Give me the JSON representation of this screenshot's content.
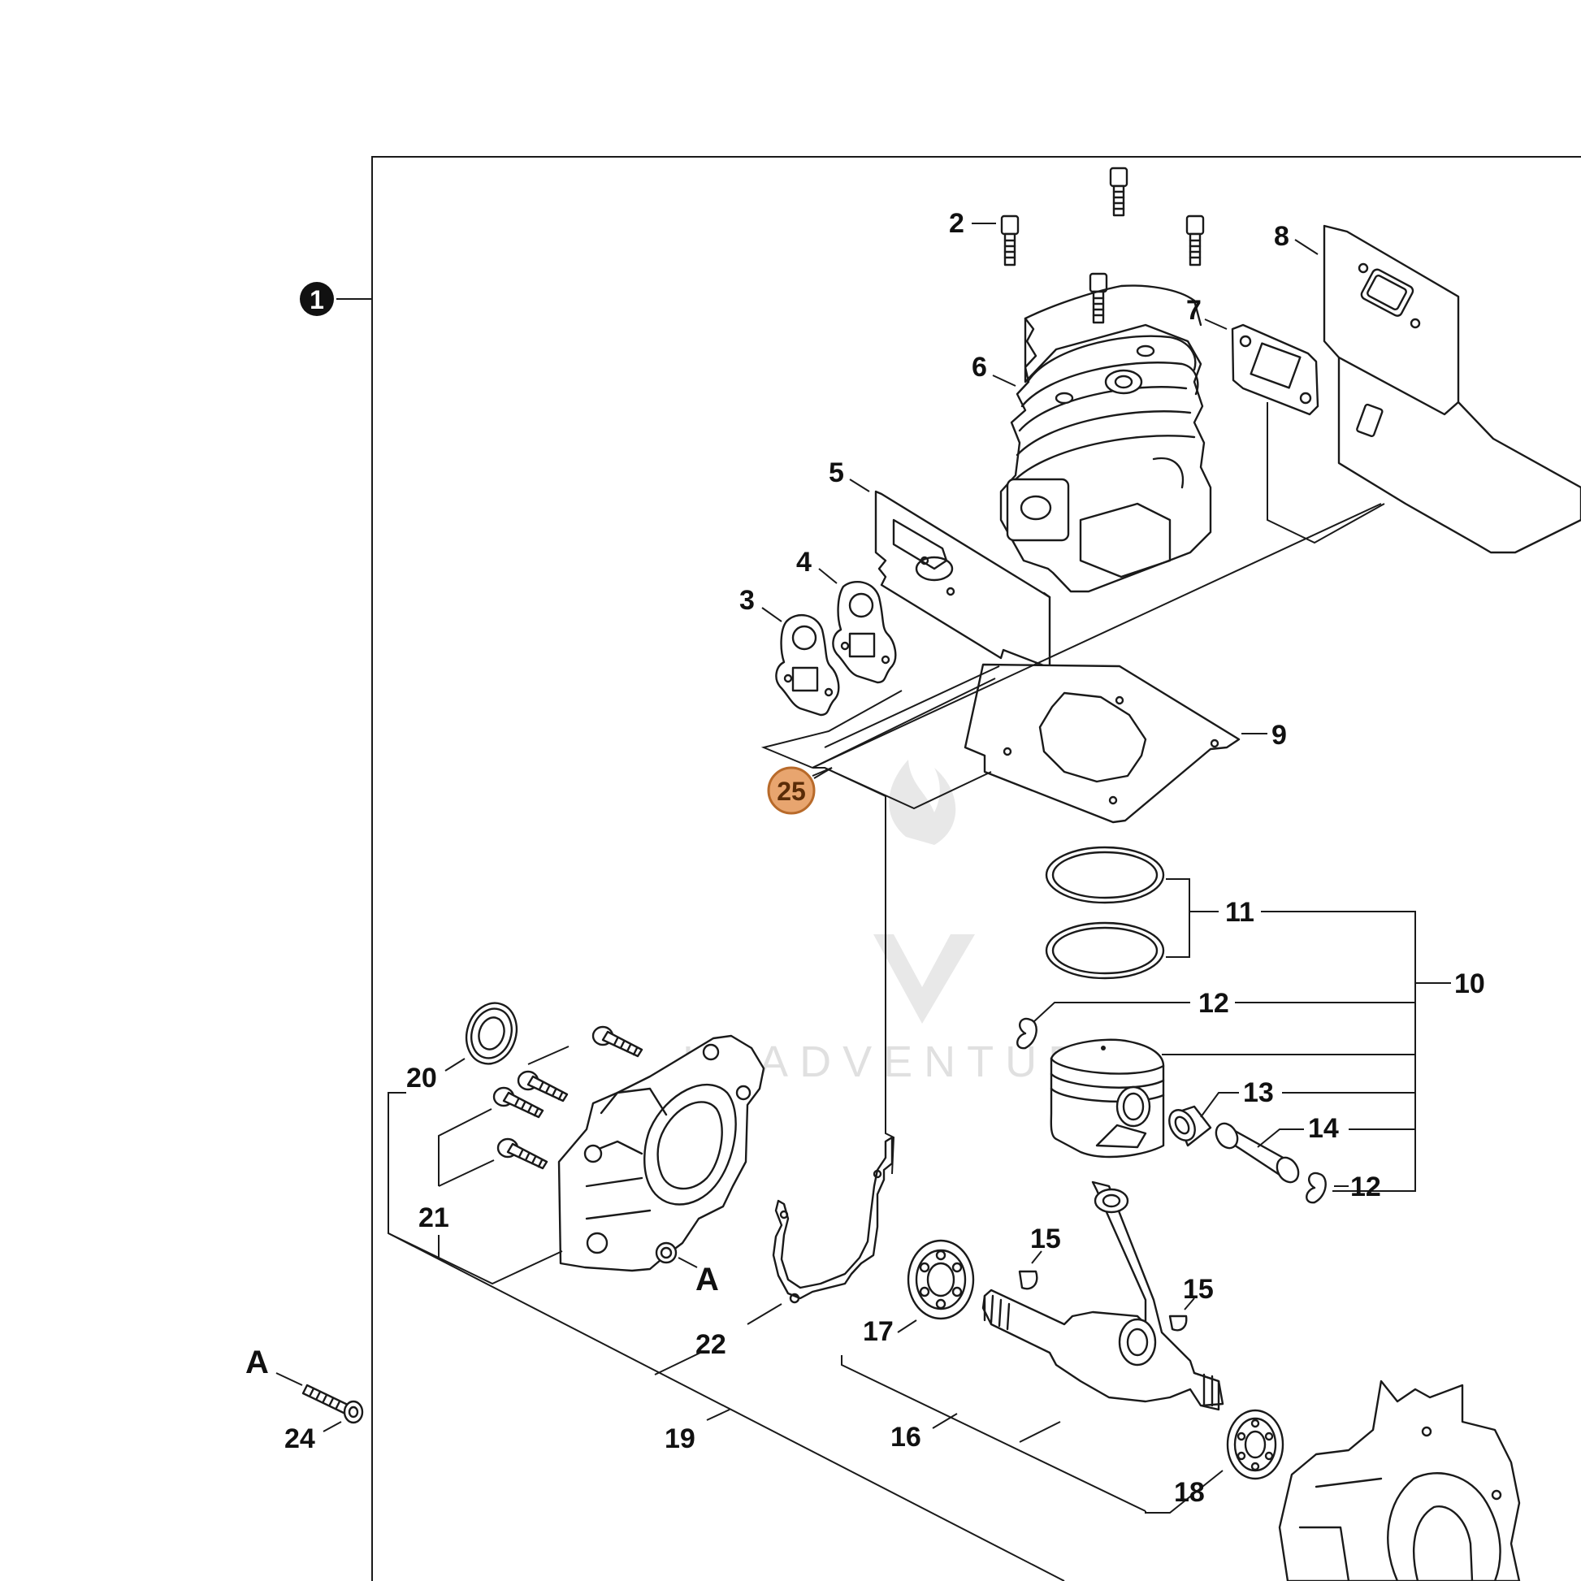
{
  "diagram": {
    "assembly_badge": "1",
    "highlighted_badge": "25",
    "highlight_color": "#e8a56f",
    "highlight_stroke": "#b86a2a",
    "watermark": "LEADVENTURE",
    "callouts": {
      "c2": "2",
      "c3": "3",
      "c4": "4",
      "c5": "5",
      "c6": "6",
      "c7": "7",
      "c8": "8",
      "c9": "9",
      "c10": "10",
      "c11": "11",
      "c12a": "12",
      "c12b": "12",
      "c13": "13",
      "c14": "14",
      "c15a": "15",
      "c15b": "15",
      "c16": "16",
      "c17": "17",
      "c18": "18",
      "c19": "19",
      "c20": "20",
      "c21": "21",
      "c22": "22",
      "c24": "24",
      "ref_a_crankcase": "A",
      "ref_a_screw": "A"
    }
  }
}
